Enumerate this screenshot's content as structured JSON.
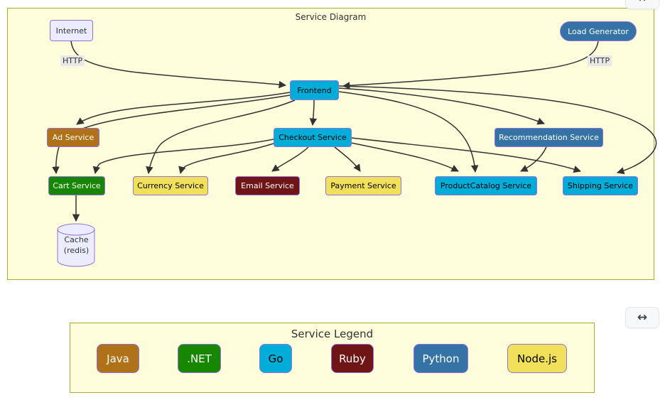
{
  "controls": {
    "expand_icon": "↔"
  },
  "diagram": {
    "title": "Service Diagram",
    "nodes": {
      "internet": {
        "label": "Internet",
        "fill": "#ECECFF",
        "text_color": "#333333",
        "shape": "rect"
      },
      "load_generator": {
        "label": "Load Generator",
        "fill": "#3572A5",
        "text_color": "#ffffff",
        "shape": "stadium"
      },
      "frontend": {
        "label": "Frontend",
        "fill": "#00add8",
        "text_color": "#000000",
        "shape": "rect"
      },
      "ad_service": {
        "label": "Ad Service",
        "fill": "#b07219",
        "text_color": "#ffffff",
        "shape": "rect"
      },
      "checkout_service": {
        "label": "Checkout Service",
        "fill": "#00add8",
        "text_color": "#000000",
        "shape": "rect"
      },
      "recommendation_service": {
        "label": "Recommendation Service",
        "fill": "#3572A5",
        "text_color": "#ffffff",
        "shape": "rect"
      },
      "cart_service": {
        "label": "Cart Service",
        "fill": "#178600",
        "text_color": "#ffffff",
        "shape": "rect"
      },
      "currency_service": {
        "label": "Currency Service",
        "fill": "#f1e05a",
        "text_color": "#000000",
        "shape": "rect"
      },
      "email_service": {
        "label": "Email Service",
        "fill": "#701516",
        "text_color": "#ffffff",
        "shape": "rect"
      },
      "payment_service": {
        "label": "Payment Service",
        "fill": "#f1e05a",
        "text_color": "#000000",
        "shape": "rect"
      },
      "product_catalog_service": {
        "label": "ProductCatalog Service",
        "fill": "#00add8",
        "text_color": "#000000",
        "shape": "rect"
      },
      "shipping_service": {
        "label": "Shipping Service",
        "fill": "#00add8",
        "text_color": "#000000",
        "shape": "rect"
      },
      "cache": {
        "label": "Cache\n(redis)",
        "fill": "#ECECFF",
        "text_color": "#333333",
        "shape": "cylinder"
      }
    },
    "edges": [
      {
        "from": "Internet",
        "to": "Frontend",
        "label": "HTTP"
      },
      {
        "from": "Load Generator",
        "to": "Frontend",
        "label": "HTTP"
      },
      {
        "from": "Frontend",
        "to": "Checkout Service"
      },
      {
        "from": "Frontend",
        "to": "Ad Service"
      },
      {
        "from": "Frontend",
        "to": "Cart Service"
      },
      {
        "from": "Frontend",
        "to": "Currency Service"
      },
      {
        "from": "Frontend",
        "to": "Recommendation Service"
      },
      {
        "from": "Frontend",
        "to": "ProductCatalog Service"
      },
      {
        "from": "Frontend",
        "to": "Shipping Service"
      },
      {
        "from": "Checkout Service",
        "to": "Cart Service"
      },
      {
        "from": "Checkout Service",
        "to": "Currency Service"
      },
      {
        "from": "Checkout Service",
        "to": "Email Service"
      },
      {
        "from": "Checkout Service",
        "to": "Payment Service"
      },
      {
        "from": "Checkout Service",
        "to": "ProductCatalog Service"
      },
      {
        "from": "Checkout Service",
        "to": "Shipping Service"
      },
      {
        "from": "Recommendation Service",
        "to": "ProductCatalog Service"
      },
      {
        "from": "Cart Service",
        "to": "Cache (redis)"
      }
    ]
  },
  "legend": {
    "title": "Service Legend",
    "items": [
      {
        "label": "Java",
        "color": "#b07219",
        "text_color": "#ffffff"
      },
      {
        "label": ".NET",
        "color": "#178600",
        "text_color": "#ffffff"
      },
      {
        "label": "Go",
        "color": "#00add8",
        "text_color": "#000000"
      },
      {
        "label": "Ruby",
        "color": "#701516",
        "text_color": "#ffffff"
      },
      {
        "label": "Python",
        "color": "#3572A5",
        "text_color": "#ffffff"
      },
      {
        "label": "Node.js",
        "color": "#f1e05a",
        "text_color": "#000000"
      }
    ]
  },
  "colors": {
    "panel_background": "#fdfcdb",
    "panel_border": "#aaaa33",
    "node_border": "#9370DB",
    "edge_stroke": "#333333",
    "edge_label_background": "#e8e8e8"
  }
}
